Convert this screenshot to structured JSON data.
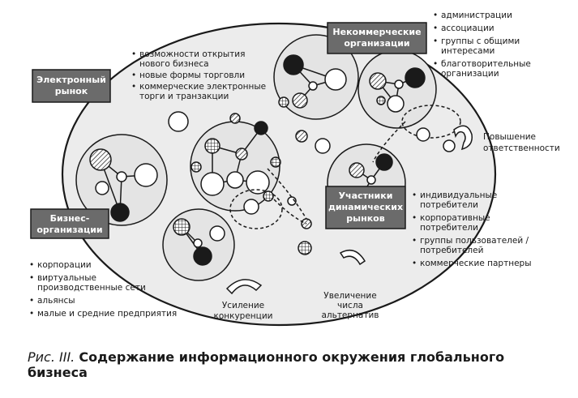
{
  "boxes": {
    "e_market": [
      "Электронный",
      "рынок"
    ],
    "nonprofit": [
      "Некоммерческие",
      "организации"
    ],
    "business": [
      "Бизнес-",
      "организации"
    ],
    "participants": [
      "Участники",
      "динамических",
      "рынков"
    ]
  },
  "lists": {
    "e_market": [
      "возможности открытия",
      "нового бизнеса",
      "новые формы торговли",
      "коммерческие электронные",
      "торги и транзакции"
    ],
    "nonprofit": [
      "администрации",
      "ассоциации",
      "группы с общими",
      "интересами",
      "благотворительные",
      "организации"
    ],
    "business": [
      "корпорации",
      "виртуальные",
      "производственные сети",
      "альянсы",
      "малые и средние предприятия"
    ],
    "participants": [
      "индивидуальные",
      "потребители",
      "корпоративные",
      "потребители",
      "группы пользователей /",
      "потребителей",
      "коммерческие партнеры"
    ]
  },
  "arrows": {
    "responsibility": [
      "Повышение",
      "ответственности"
    ],
    "competition": [
      "Усиление",
      "конкуренции"
    ],
    "alternatives": [
      "Увеличение",
      "числа",
      "альтернатив"
    ]
  },
  "caption": {
    "number": "Рис. III.",
    "title": "Содержание информационного окружения глобального бизнеса"
  },
  "colors": {
    "ellipse_fill": "#ececec",
    "box_fill": "#6b6b6b",
    "ink": "#1a1a1a"
  }
}
